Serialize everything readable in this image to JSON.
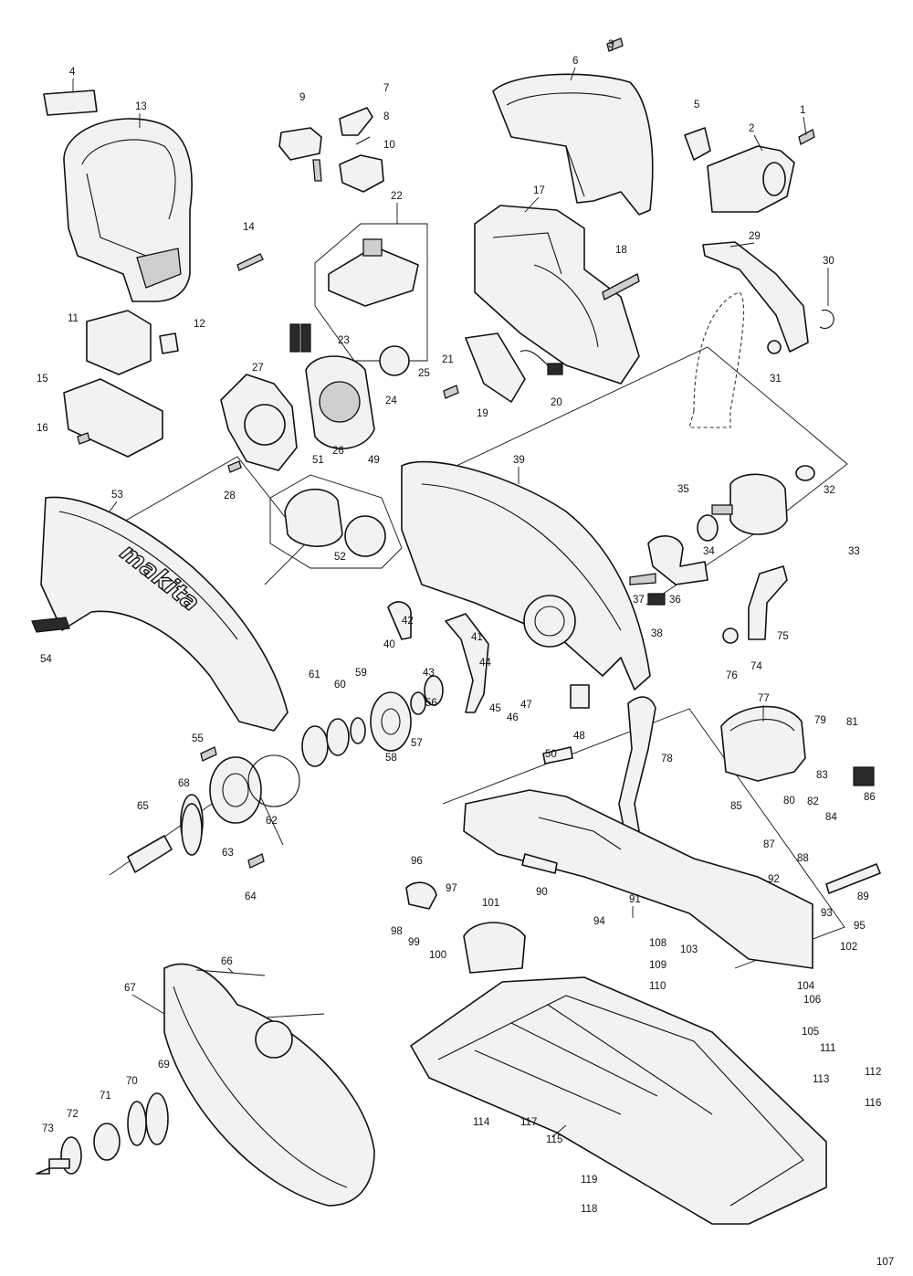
{
  "diagram": {
    "logo_text": "makita",
    "callouts": [
      "1",
      "2",
      "3",
      "4",
      "5",
      "6",
      "7",
      "8",
      "9",
      "10",
      "11",
      "12",
      "13",
      "14",
      "15",
      "16",
      "17",
      "18",
      "19",
      "20",
      "21",
      "22",
      "23",
      "24",
      "25",
      "26",
      "27",
      "28",
      "29",
      "30",
      "31",
      "32",
      "33",
      "34",
      "35",
      "36",
      "37",
      "38",
      "39",
      "40",
      "41",
      "42",
      "43",
      "44",
      "45",
      "46",
      "47",
      "48",
      "49",
      "50",
      "51",
      "52",
      "53",
      "54",
      "55",
      "56",
      "57",
      "58",
      "59",
      "60",
      "61",
      "62",
      "63",
      "64",
      "65",
      "66",
      "67",
      "68",
      "69",
      "70",
      "71",
      "72",
      "73",
      "74",
      "75",
      "76",
      "77",
      "78",
      "79",
      "80",
      "81",
      "82",
      "83",
      "84",
      "85",
      "86",
      "87",
      "88",
      "89",
      "90",
      "91",
      "92",
      "93",
      "94",
      "95",
      "96",
      "97",
      "98",
      "99",
      "100",
      "101",
      "102",
      "103",
      "104",
      "105",
      "106",
      "107",
      "108",
      "109",
      "110",
      "111",
      "112",
      "113",
      "114",
      "115",
      "116",
      "117",
      "118",
      "119"
    ]
  }
}
